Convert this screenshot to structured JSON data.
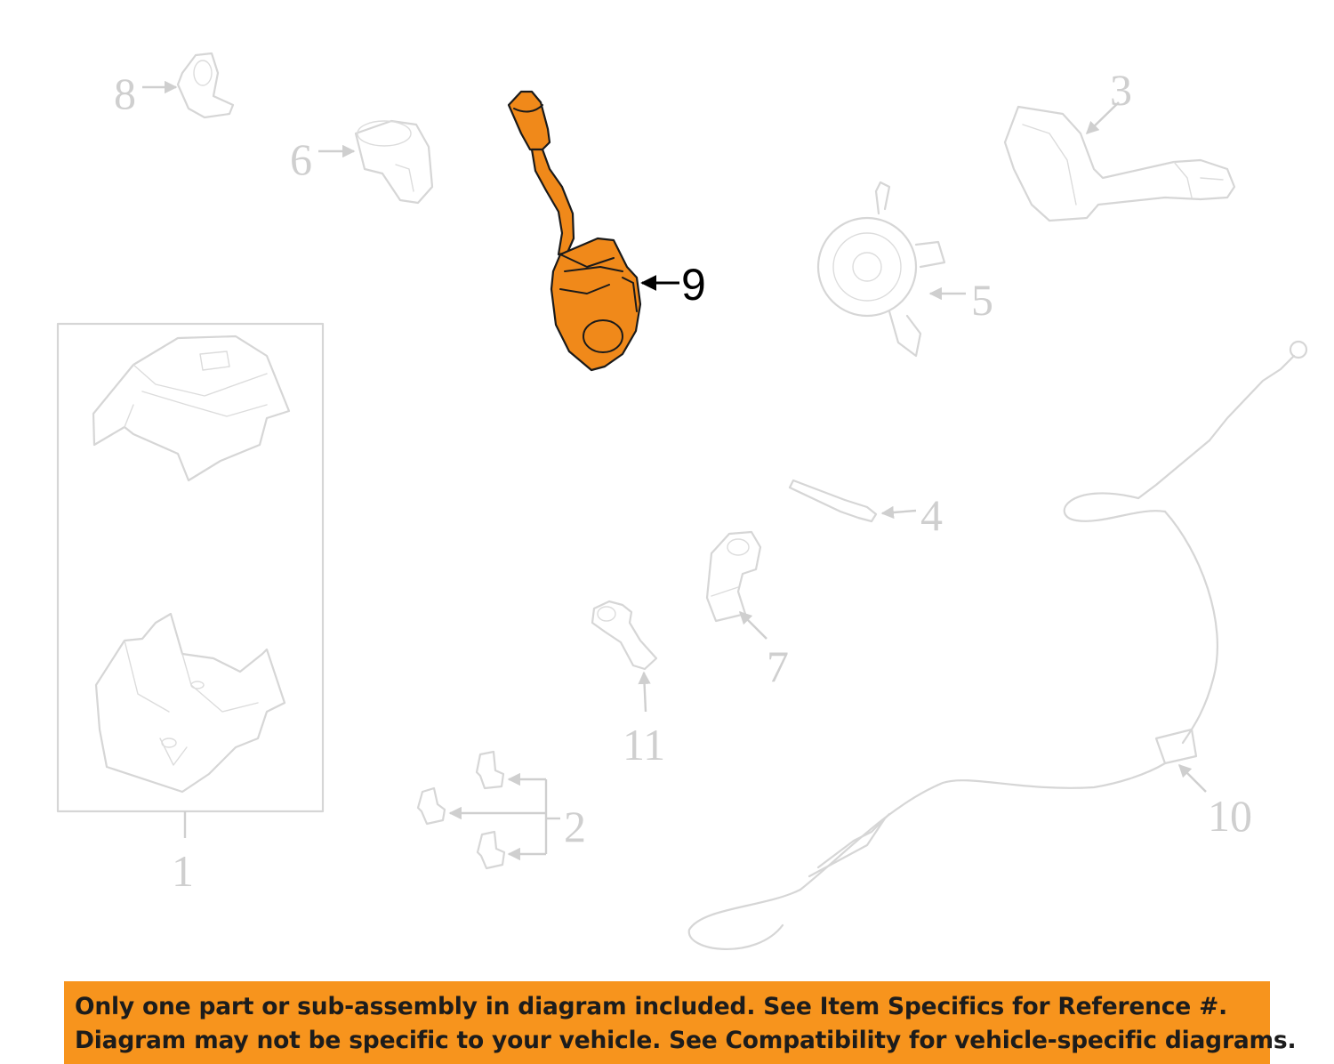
{
  "diagram": {
    "highlight_color": "#f0891a",
    "muted_color": "#cfcfcf",
    "callouts": [
      {
        "id": "1",
        "label": "1"
      },
      {
        "id": "2",
        "label": "2"
      },
      {
        "id": "3",
        "label": "3"
      },
      {
        "id": "4",
        "label": "4"
      },
      {
        "id": "5",
        "label": "5"
      },
      {
        "id": "6",
        "label": "6"
      },
      {
        "id": "7",
        "label": "7"
      },
      {
        "id": "8",
        "label": "8"
      },
      {
        "id": "9",
        "label": "9"
      },
      {
        "id": "10",
        "label": "10"
      },
      {
        "id": "11",
        "label": "11"
      }
    ],
    "highlighted_callout": "9"
  },
  "notice": {
    "banner_color": "#f7941d",
    "line1": "Only one part or sub-assembly in diagram included. See Item Specifics for Reference #.",
    "line2": "Diagram may not be specific to your vehicle. See Compatibility for vehicle-specific diagrams."
  }
}
